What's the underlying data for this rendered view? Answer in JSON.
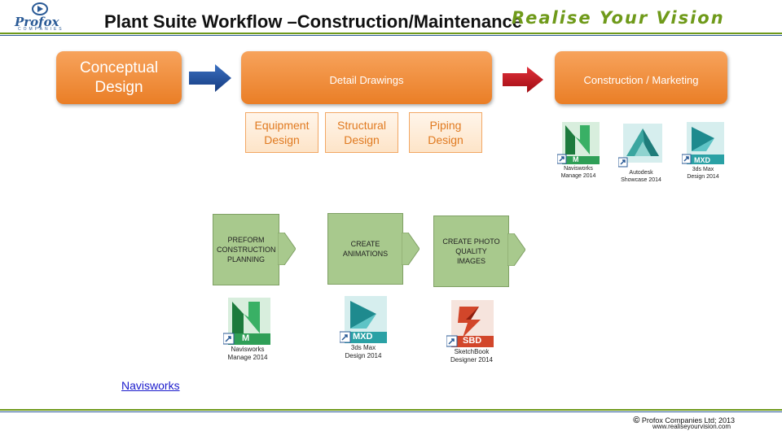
{
  "header": {
    "logo_text": "Profox",
    "logo_subtext": "COMPANIES",
    "title": "Plant Suite Workflow –Construction/Maintenance",
    "tagline": "Realise Your Vision"
  },
  "stages": {
    "conceptual": "Conceptual Design",
    "detail": "Detail Drawings",
    "construction": "Construction / Marketing"
  },
  "detail_subboxes": [
    "Equipment Design",
    "Structural Design",
    "Piping Design"
  ],
  "top_apps": [
    {
      "badge": "M",
      "label": "Navisworks Manage 2014",
      "icon": "navisworks-icon",
      "color": "#2f9f57"
    },
    {
      "badge": "",
      "label": "Autodesk Showcase 2014",
      "icon": "showcase-icon",
      "color": "#3ba6a0"
    },
    {
      "badge": "MXD",
      "label": "3ds Max Design 2014",
      "icon": "3dsmax-icon",
      "color": "#2aa1a5"
    }
  ],
  "process_steps": [
    "PREFORM CONSTRUCTION PLANNING",
    "CREATE ANIMATIONS",
    "CREATE PHOTO QUALITY IMAGES"
  ],
  "bottom_apps": [
    {
      "badge": "M",
      "label": "Navisworks Manage 2014",
      "icon": "navisworks-icon",
      "color": "#2f9f57"
    },
    {
      "badge": "MXD",
      "label": "3ds Max Design 2014",
      "icon": "3dsmax-icon",
      "color": "#2aa1a5"
    },
    {
      "badge": "SBD",
      "label": "SketchBook Designer 2014",
      "icon": "sketchbook-icon",
      "color": "#d2462a"
    }
  ],
  "link_text": "Navisworks",
  "footer": {
    "copyright_symbol": "©",
    "copyright": "Profox Companies Ltd; 2013",
    "website": "www.realiseyourvision.com"
  },
  "colors": {
    "orange": "#ef8c3b",
    "blue_arrow": "#1f4e9a",
    "red_arrow": "#c0141b",
    "green_box": "#a8c98d",
    "accent_green": "#6f9a1a"
  }
}
